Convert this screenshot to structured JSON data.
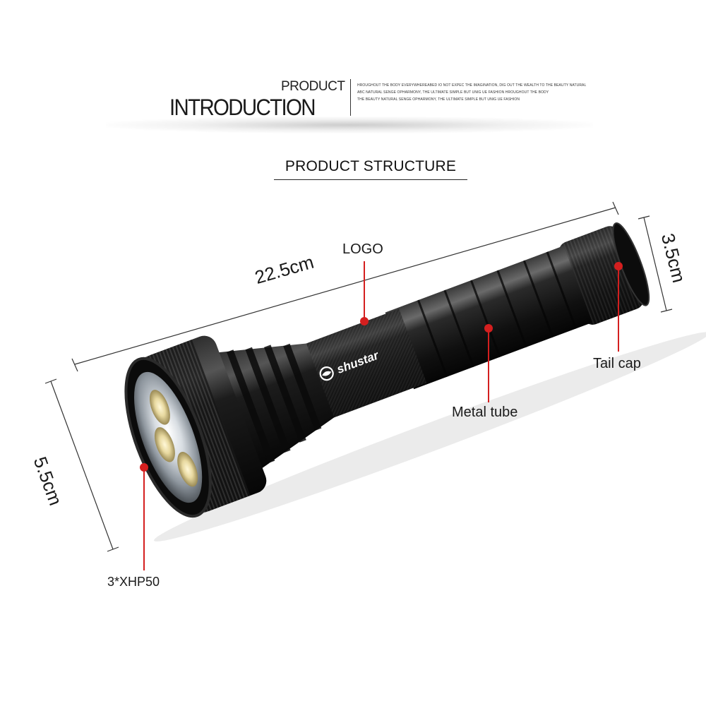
{
  "header": {
    "product_word": "PRODUCT",
    "introduction_word": "INTRODUCTION",
    "fine_print": [
      "HROUGHOUT THE BODY EVERYWHEREABED IO NOT EXPEC THE IMAGINATION, DIG OUT THE WEALTH TO THE BEAUTY NATURAL",
      "ABC NATURAL SENGE OPHARMONY, THE ULTIMATE SIMPLE BUT UNIG UE FASHION HROUGHOUT THE BODY",
      "THE BEAUTY NATURAL SENGE OPHARMONY, THE ULTIMATE SIMPLE BUT UNIG UE FASHION"
    ]
  },
  "section": {
    "title": "PRODUCT STRUCTURE"
  },
  "dimensions": {
    "length": "22.5cm",
    "head_diameter": "5.5cm",
    "tail_diameter": "3.5cm"
  },
  "callouts": {
    "logo": "LOGO",
    "metal_tube": "Metal tube",
    "tail_cap": "Tail cap",
    "led": "3*XHP50"
  },
  "product": {
    "brand": "shustar"
  },
  "colors": {
    "accent_red": "#d41f1f",
    "body_black": "#141414",
    "text": "#1a1a1a"
  }
}
